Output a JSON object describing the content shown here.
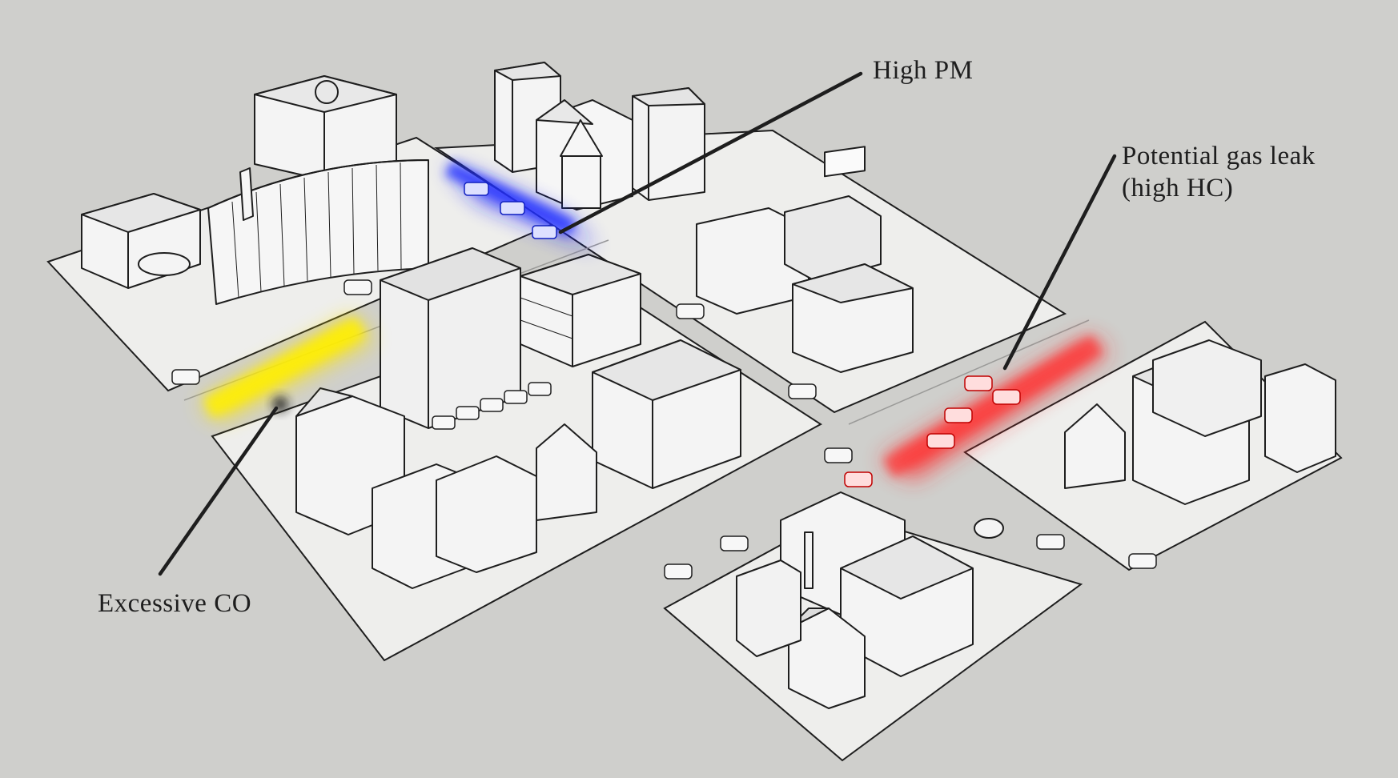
{
  "annotations": {
    "high_pm": {
      "text": "High PM",
      "color": "#1a22ff"
    },
    "gas_leak": {
      "line1": "Potential gas leak",
      "line2": "(high HC)",
      "color": "#ff2a2a"
    },
    "excessive_co": {
      "text": "Excessive CO",
      "color": "#ffe600"
    }
  },
  "colors": {
    "background": "#cfcfcc",
    "ground": "#eeeeec",
    "building": "#f2f2f2",
    "ink": "#1e1e1e"
  }
}
